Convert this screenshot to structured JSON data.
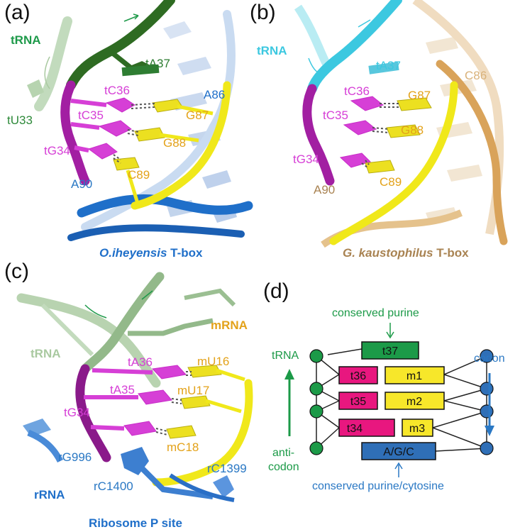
{
  "panels": {
    "a": {
      "letter": "(a)",
      "trna_label": "tRNA",
      "labels": {
        "tA37": "tA37",
        "tC36": "tC36",
        "tC35": "tC35",
        "tU33": "tU33",
        "tG34": "tG34",
        "A86": "A86",
        "G87": "G87",
        "G88": "G88",
        "C89": "C89",
        "A90": "A90"
      },
      "caption_species": "O.iheyensis",
      "caption_suffix": " T-box"
    },
    "b": {
      "letter": "(b)",
      "trna_label": "tRNA",
      "labels": {
        "tA37": "tA37",
        "tC36": "tC36",
        "tC35": "tC35",
        "tG34": "tG34",
        "C86": "C86",
        "G87": "G87",
        "G88": "G88",
        "C89": "C89",
        "A90": "A90"
      },
      "caption_species": "G. kaustophilus",
      "caption_suffix": " T-box"
    },
    "c": {
      "letter": "(c)",
      "trna_label": "tRNA",
      "mrna_label": "mRNA",
      "rrna_label": "rRNA",
      "labels": {
        "tA36": "tA36",
        "tA35": "tA35",
        "tG34": "tG34",
        "mU16": "mU16",
        "mU17": "mU17",
        "mC18": "mC18",
        "rG996": "rG996",
        "rC1400": "rC1400",
        "rC1399": "rC1399"
      },
      "caption": "Ribosome P site"
    },
    "d": {
      "letter": "(d)",
      "conserved_purine": "conserved purine",
      "trna": "tRNA",
      "codon": "codon",
      "anti": "anti-",
      "codon2": "codon",
      "conserved_purine_cytosine": "conserved purine/cytosine",
      "boxes": {
        "t37": "t37",
        "t36": "t36",
        "t35": "t35",
        "t34": "t34",
        "m1": "m1",
        "m2": "m2",
        "m3": "m3",
        "agc": "A/G/C"
      }
    }
  },
  "colors": {
    "trna_dark_green": "#2e7d32",
    "trna_text_green": "#1e9a4a",
    "trna_light_green": "#a9c9a0",
    "magenta": "#d63fd6",
    "magenta_box": "#e8177f",
    "yellow": "#f0e81a",
    "yellow_text": "#e3a21a",
    "blue": "#1f6fc9",
    "blue_text": "#2a78c4",
    "cyan": "#3cc8e0",
    "tan": "#d9b27a",
    "tan_text": "#a98352",
    "green_box": "#1c9a48",
    "blue_box": "#2f6fb7",
    "yellow_box": "#f7e72a"
  }
}
